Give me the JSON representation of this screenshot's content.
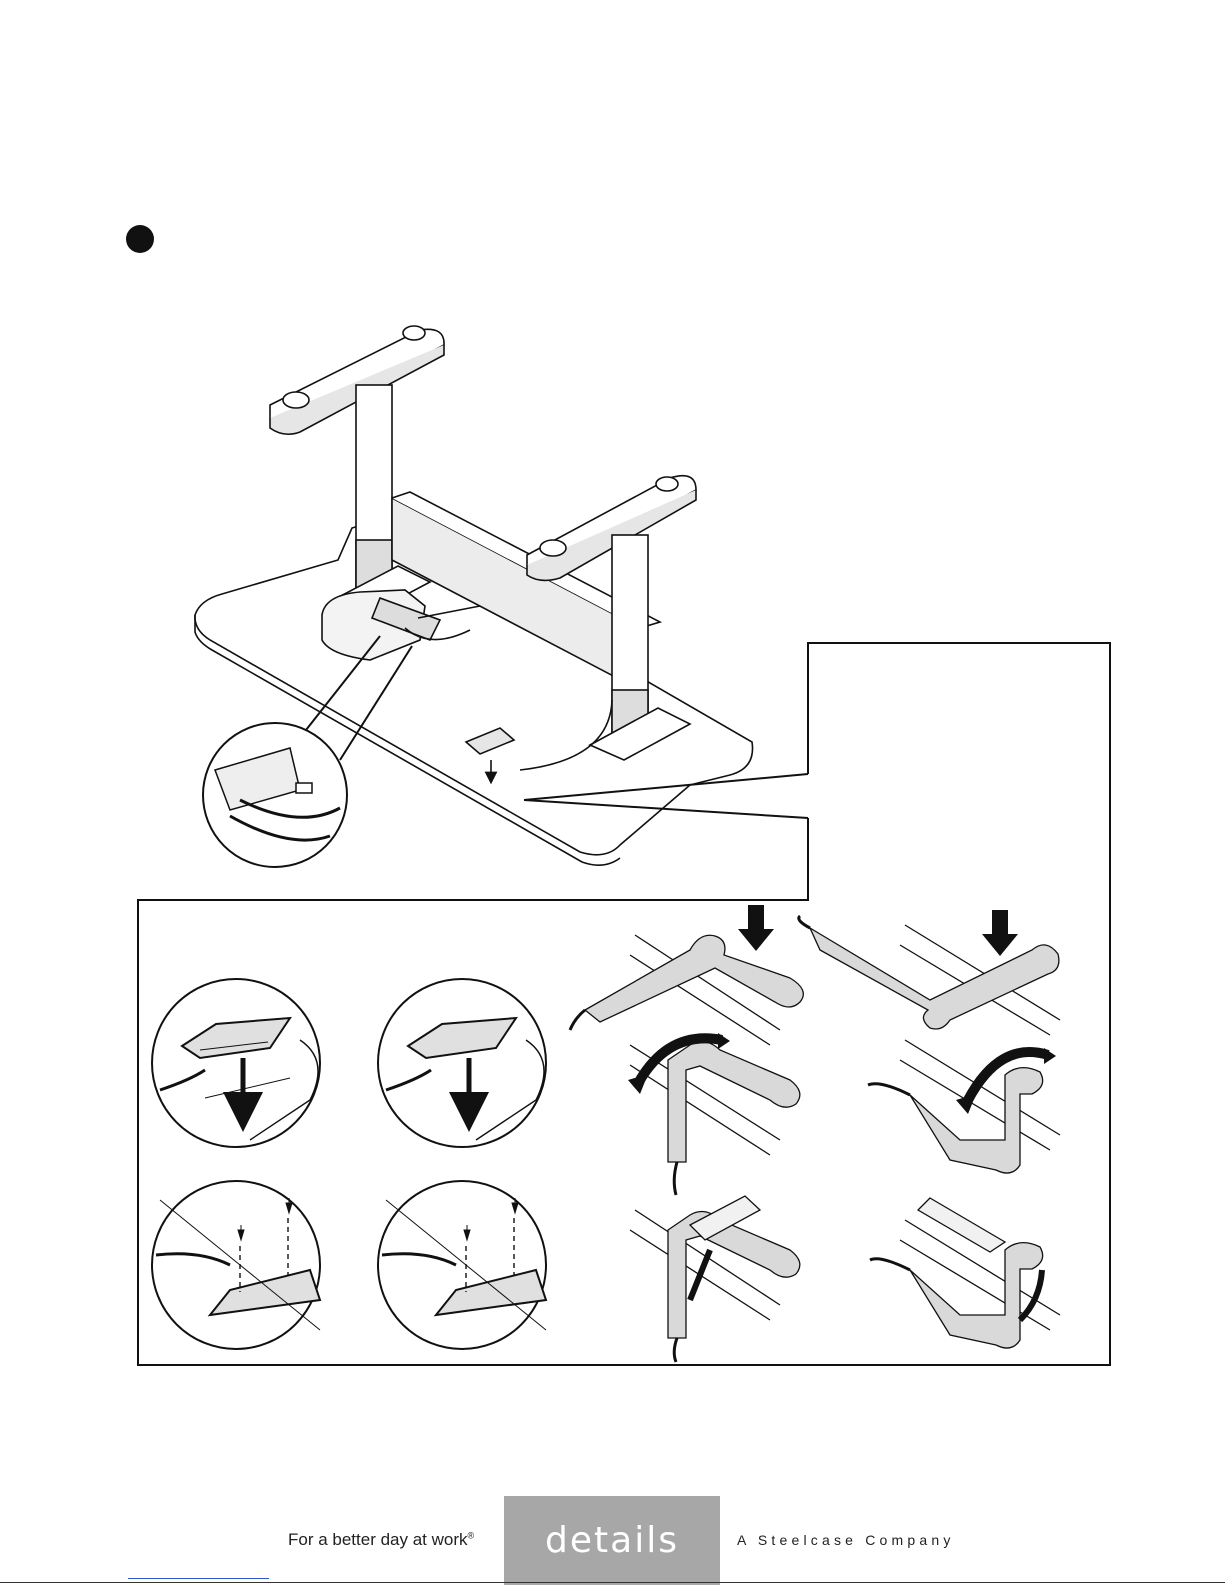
{
  "footer": {
    "tagline": "For a better day at work",
    "tagline_mark": "®",
    "logo": "details",
    "company": "A Steelcase Company"
  },
  "colors": {
    "ink": "#111111",
    "panel_fill": "#d9d9d9",
    "logo_box": "#a7a7a7"
  },
  "icons": [
    "step-bullet-icon",
    "down-arrow-icon",
    "rotate-arrow-icon",
    "screw-icon"
  ]
}
